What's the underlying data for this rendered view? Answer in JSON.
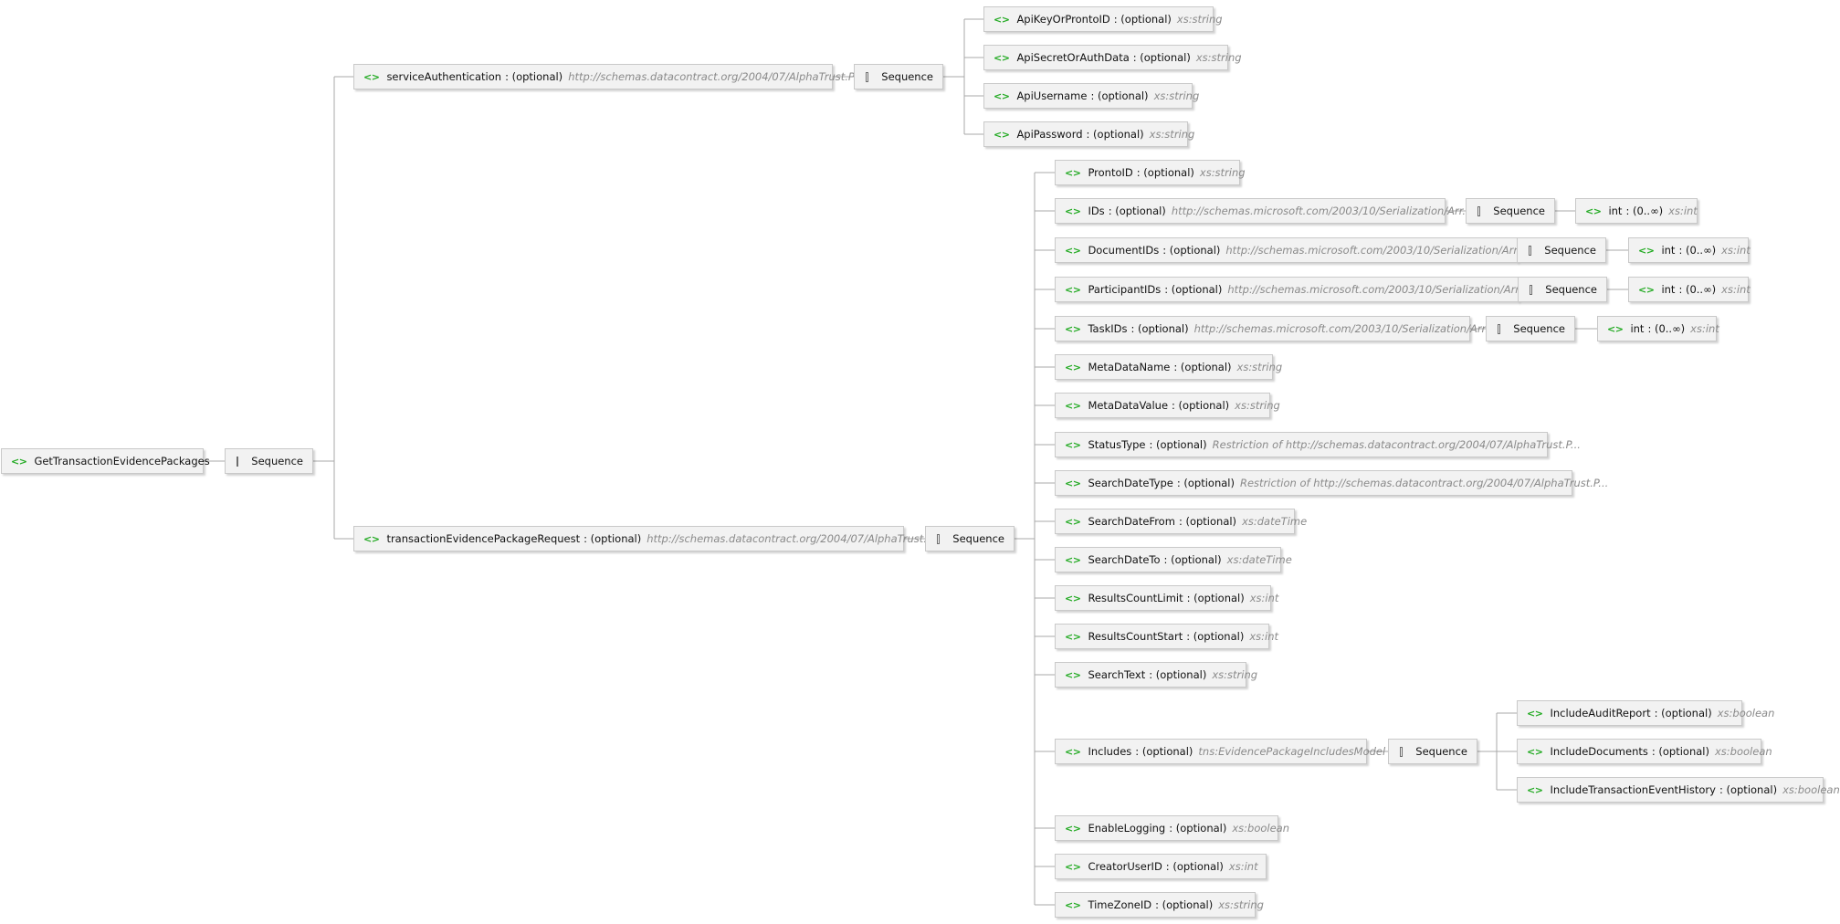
{
  "sequence_label": "Sequence",
  "element_icon": "<>",
  "root": {
    "name": "GetTransactionEvidencePackages"
  },
  "service_authentication": {
    "name": "serviceAuthentication",
    "occurs": ": (optional)",
    "type": "http://schemas.datacontract.org/2004/07/AlphaTrust.P...",
    "children": [
      {
        "name": "ApiKeyOrProntoID",
        "occurs": ": (optional)",
        "type": "xs:string"
      },
      {
        "name": "ApiSecretOrAuthData",
        "occurs": ": (optional)",
        "type": "xs:string"
      },
      {
        "name": "ApiUsername",
        "occurs": ": (optional)",
        "type": "xs:string"
      },
      {
        "name": "ApiPassword",
        "occurs": ": (optional)",
        "type": "xs:string"
      }
    ]
  },
  "request": {
    "name": "transactionEvidencePackageRequest",
    "occurs": ": (optional)",
    "type": "http://schemas.datacontract.org/2004/07/AlphaTrust.P...",
    "children": [
      {
        "name": "ProntoID",
        "occurs": ": (optional)",
        "type": "xs:string"
      },
      {
        "name": "IDs",
        "occurs": ": (optional)",
        "type": "http://schemas.microsoft.com/2003/10/Serialization/Arr...",
        "child": {
          "name": "int",
          "occurs": ": (0..∞)",
          "type": "xs:int"
        }
      },
      {
        "name": "DocumentIDs",
        "occurs": ": (optional)",
        "type": "http://schemas.microsoft.com/2003/10/Serialization/Arr...",
        "child": {
          "name": "int",
          "occurs": ": (0..∞)",
          "type": "xs:int"
        }
      },
      {
        "name": "ParticipantIDs",
        "occurs": ": (optional)",
        "type": "http://schemas.microsoft.com/2003/10/Serialization/Arr...",
        "child": {
          "name": "int",
          "occurs": ": (0..∞)",
          "type": "xs:int"
        }
      },
      {
        "name": "TaskIDs",
        "occurs": ": (optional)",
        "type": "http://schemas.microsoft.com/2003/10/Serialization/Arr...",
        "child": {
          "name": "int",
          "occurs": ": (0..∞)",
          "type": "xs:int"
        }
      },
      {
        "name": "MetaDataName",
        "occurs": ": (optional)",
        "type": "xs:string"
      },
      {
        "name": "MetaDataValue",
        "occurs": ": (optional)",
        "type": "xs:string"
      },
      {
        "name": "StatusType",
        "occurs": ": (optional)",
        "type": "Restriction of http://schemas.datacontract.org/2004/07/AlphaTrust.P..."
      },
      {
        "name": "SearchDateType",
        "occurs": ": (optional)",
        "type": "Restriction of http://schemas.datacontract.org/2004/07/AlphaTrust.P..."
      },
      {
        "name": "SearchDateFrom",
        "occurs": ": (optional)",
        "type": "xs:dateTime"
      },
      {
        "name": "SearchDateTo",
        "occurs": ": (optional)",
        "type": "xs:dateTime"
      },
      {
        "name": "ResultsCountLimit",
        "occurs": ": (optional)",
        "type": "xs:int"
      },
      {
        "name": "ResultsCountStart",
        "occurs": ": (optional)",
        "type": "xs:int"
      },
      {
        "name": "SearchText",
        "occurs": ": (optional)",
        "type": "xs:string"
      },
      {
        "name": "Includes",
        "occurs": ": (optional)",
        "type": "tns:EvidencePackageIncludesModel",
        "children": [
          {
            "name": "IncludeAuditReport",
            "occurs": ": (optional)",
            "type": "xs:boolean"
          },
          {
            "name": "IncludeDocuments",
            "occurs": ": (optional)",
            "type": "xs:boolean"
          },
          {
            "name": "IncludeTransactionEventHistory",
            "occurs": ": (optional)",
            "type": "xs:boolean"
          }
        ]
      },
      {
        "name": "EnableLogging",
        "occurs": ": (optional)",
        "type": "xs:boolean"
      },
      {
        "name": "CreatorUserID",
        "occurs": ": (optional)",
        "type": "xs:int"
      },
      {
        "name": "TimeZoneID",
        "occurs": ": (optional)",
        "type": "xs:string"
      }
    ]
  },
  "colors": {
    "icon": "#22aa22",
    "node_bg": "#f2f2f2",
    "node_border": "#c9c9c9",
    "line": "#a8a8a8",
    "type_text": "#8a8a8a"
  }
}
